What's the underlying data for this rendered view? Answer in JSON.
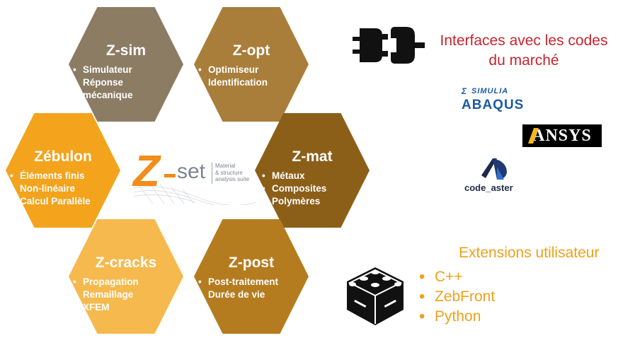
{
  "hexagons": [
    {
      "id": "zsim",
      "title": "Z-sim",
      "items": [
        "Simulateur",
        "Réponse",
        "mécanique"
      ],
      "color": "#8b7c63"
    },
    {
      "id": "zopt",
      "title": "Z-opt",
      "items": [
        "Optimiseur",
        "Identification"
      ],
      "color": "#a97e3b"
    },
    {
      "id": "zebulon",
      "title": "Zébulon",
      "items": [
        "Éléments finis",
        "Non-linéaire",
        "Calcul Parallèle"
      ],
      "color": "#f3a31c"
    },
    {
      "id": "zmat",
      "title": "Z-mat",
      "items": [
        "Métaux",
        "Composites",
        "Polymères"
      ],
      "color": "#8c5f19"
    },
    {
      "id": "zcracks",
      "title": "Z-cracks",
      "items": [
        "Propagation",
        "Remaillage",
        "XFEM"
      ],
      "color": "#f6b94d"
    },
    {
      "id": "zpost",
      "title": "Z-post",
      "items": [
        "Post-traitement",
        "Durée de vie"
      ],
      "color": "#b57c1f"
    }
  ],
  "logo": {
    "brand": "Z",
    "word": "set",
    "tagline_1": "Material",
    "tagline_2": "& structure",
    "tagline_3": "analysis suite"
  },
  "interfaces": {
    "title_line1": "Interfaces avec les codes",
    "title_line2": "du marché",
    "title_color": "#c8242c"
  },
  "partners": {
    "simulia": "SIMULIA",
    "abaqus": "ABAQUS",
    "ansys": "ANSYS",
    "code_aster": "code_aster"
  },
  "extensions": {
    "title": "Extensions utilisateur",
    "items": [
      "C++",
      "ZebFront",
      "Python"
    ],
    "color": "#f0a01b"
  }
}
